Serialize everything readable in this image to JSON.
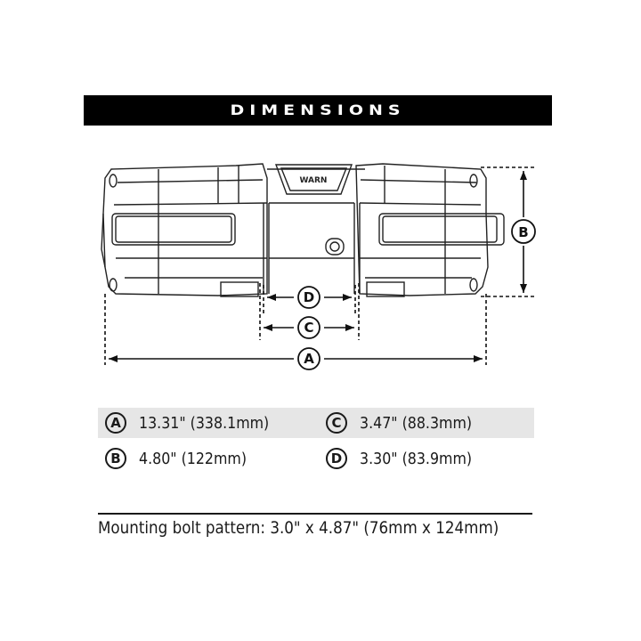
{
  "banner": {
    "title": "DIMENSIONS"
  },
  "diagram": {
    "logo": "WARN",
    "labels": {
      "a": "A",
      "b": "B",
      "c": "C",
      "d": "D"
    }
  },
  "specs": {
    "rows": [
      {
        "left": {
          "badge": "A",
          "value": "13.31\" (338.1mm)"
        },
        "right": {
          "badge": "C",
          "value": "3.47\" (88.3mm)"
        }
      },
      {
        "left": {
          "badge": "B",
          "value": "4.80\" (122mm)"
        },
        "right": {
          "badge": "D",
          "value": "3.30\" (83.9mm)"
        }
      }
    ]
  },
  "footer": {
    "mounting": "Mounting bolt pattern: 3.0\" x 4.87\" (76mm x 124mm)"
  }
}
